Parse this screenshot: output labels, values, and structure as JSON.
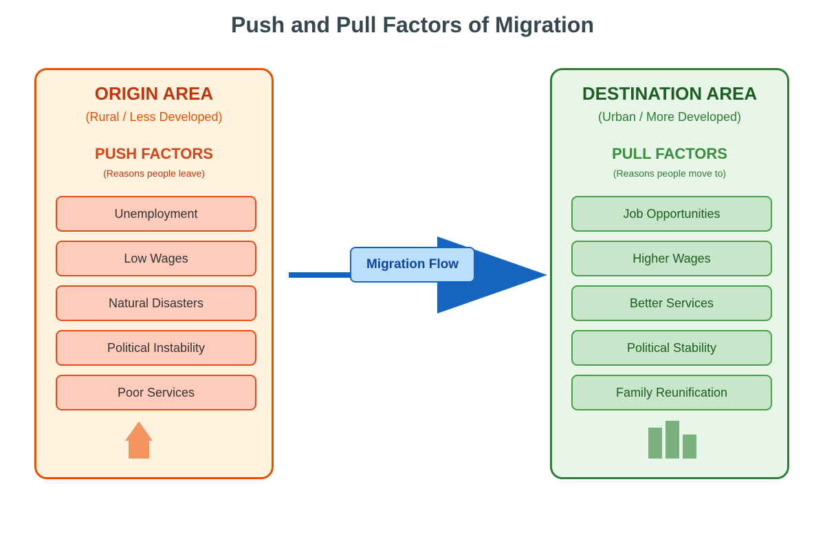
{
  "title": "Push and Pull Factors of Migration",
  "origin": {
    "title": "ORIGIN AREA",
    "subtitle": "(Rural / Less Developed)",
    "factor_heading": "PUSH FACTORS",
    "factor_note": "(Reasons people leave)",
    "factors": [
      "Unemployment",
      "Low Wages",
      "Natural Disasters",
      "Political Instability",
      "Poor Services"
    ],
    "icon": "house-icon"
  },
  "destination": {
    "title": "DESTINATION AREA",
    "subtitle": "(Urban / More Developed)",
    "factor_heading": "PULL FACTORS",
    "factor_note": "(Reasons people move to)",
    "factors": [
      "Job Opportunities",
      "Higher Wages",
      "Better Services",
      "Political Stability",
      "Family Reunification"
    ],
    "icon": "city-buildings-icon"
  },
  "flow": {
    "label": "Migration Flow",
    "icon": "arrow-right-icon"
  },
  "colors": {
    "origin_border": "#e65100",
    "origin_fill": "#fff3e0",
    "destination_border": "#2e7d32",
    "destination_fill": "#e8f5e9",
    "arrow": "#1565c0"
  }
}
